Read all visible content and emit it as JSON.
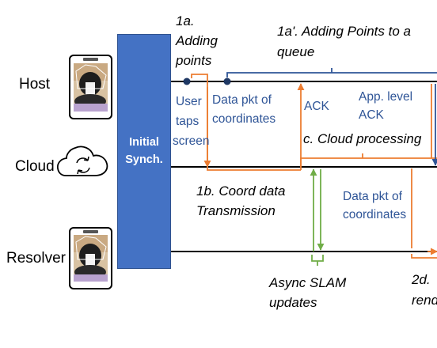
{
  "entities": {
    "host": "Host",
    "cloud": "Cloud",
    "resolver": "Resolver"
  },
  "sync_block": {
    "line1": "Initial",
    "line2": "Synch."
  },
  "annotations": {
    "step_1a": [
      "1a.",
      "Adding",
      "points"
    ],
    "step_1a_prime": [
      "1a'. Adding Points to a",
      "queue"
    ],
    "step_1b": [
      "1b. Coord data",
      "Transmission"
    ],
    "step_c": "c. Cloud processing",
    "async_slam": [
      "Async SLAM",
      "updates"
    ],
    "step_2d": [
      "2d.",
      "rend"
    ]
  },
  "labels": {
    "user_taps": [
      "User",
      "taps",
      "screen"
    ],
    "data_pkt_host": [
      "Data pkt of",
      "coordinates"
    ],
    "ack": "ACK",
    "app_ack": [
      "App. level",
      "ACK"
    ],
    "data_pkt_cloud": [
      "Data pkt of",
      "coordinates"
    ]
  },
  "colors": {
    "timeline": "#000000",
    "orange_arrow": "#ed7d31",
    "green_arrow": "#70ad47",
    "blue_bracket": "#2f5597",
    "sync_block": "#4472c4",
    "dot": "#1f3864"
  },
  "icons": {
    "host_device": "smartphone-icon",
    "cloud": "cloud-sync-icon",
    "resolver_device": "smartphone-icon"
  }
}
